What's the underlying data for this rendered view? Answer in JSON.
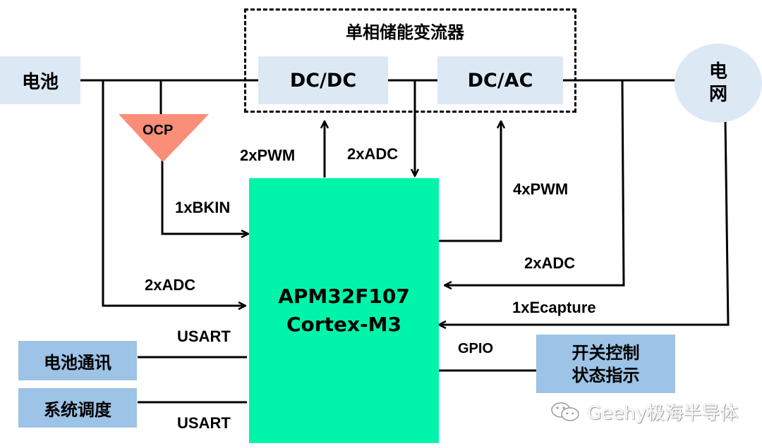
{
  "title": "单相储能变流器",
  "nodes": {
    "battery": "电池",
    "grid_line1": "电",
    "grid_line2": "网",
    "dcdc": "DC/DC",
    "dcac": "DC/AC",
    "ocp": "OCP",
    "mcu_line1": "APM32F107",
    "mcu_line2": "Cortex-M3",
    "battery_comm": "电池通讯",
    "system_dispatch": "系统调度",
    "switch_line1": "开关控制",
    "switch_line2": "状态指示"
  },
  "signals": {
    "dcdc_pwm": "2xPWM",
    "dcbus_adc": "2xADC",
    "dcac_pwm": "4xPWM",
    "bkin": "1xBKIN",
    "battery_adc": "2xADC",
    "grid_adc": "2xADC",
    "ecapture": "1xEcapture",
    "usart_top": "USART",
    "usart_bottom": "USART",
    "gpio": "GPIO"
  },
  "watermark": "Geehy极海半导体",
  "colors": {
    "mcu": "#00f5aa",
    "light_box": "#dde8f5",
    "mid_box": "#9dc3e6",
    "ocp": "#fa8e78"
  }
}
